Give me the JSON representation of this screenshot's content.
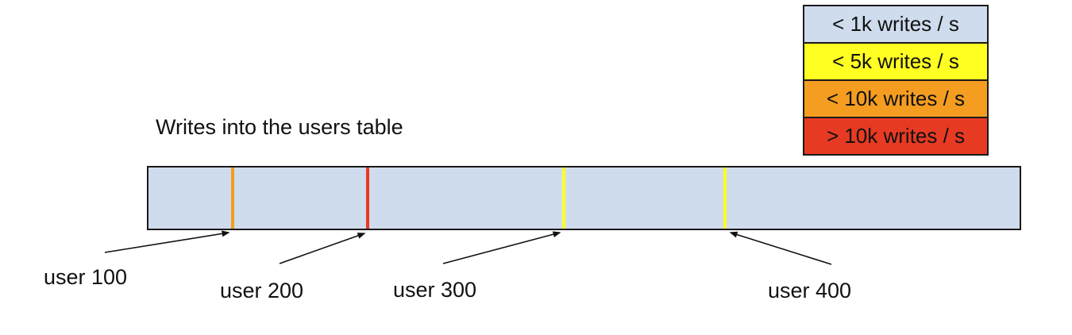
{
  "title": "Writes into the users table",
  "colors": {
    "bar_fill": "#cfdcee",
    "blue": "#cfdcee",
    "yellow": "#ffff21",
    "orange": "#f49d20",
    "red": "#e73a22",
    "outline": "#1a1a1a"
  },
  "legend": {
    "items": [
      {
        "label": "< 1k writes / s",
        "color": "#cfdcee"
      },
      {
        "label": "< 5k writes / s",
        "color": "#ffff21"
      },
      {
        "label": "< 10k writes / s",
        "color": "#f49d20"
      },
      {
        "label": "> 10k writes / s",
        "color": "#e73a22"
      }
    ]
  },
  "bar": {
    "ticks": [
      {
        "id": "user-100",
        "color": "#f49d20"
      },
      {
        "id": "user-200",
        "color": "#e73a22"
      },
      {
        "id": "user-300",
        "color": "#ffff21"
      },
      {
        "id": "user-400",
        "color": "#ffff21"
      }
    ]
  },
  "labels": {
    "user_100": "user 100",
    "user_200": "user 200",
    "user_300": "user 300",
    "user_400": "user 400"
  }
}
